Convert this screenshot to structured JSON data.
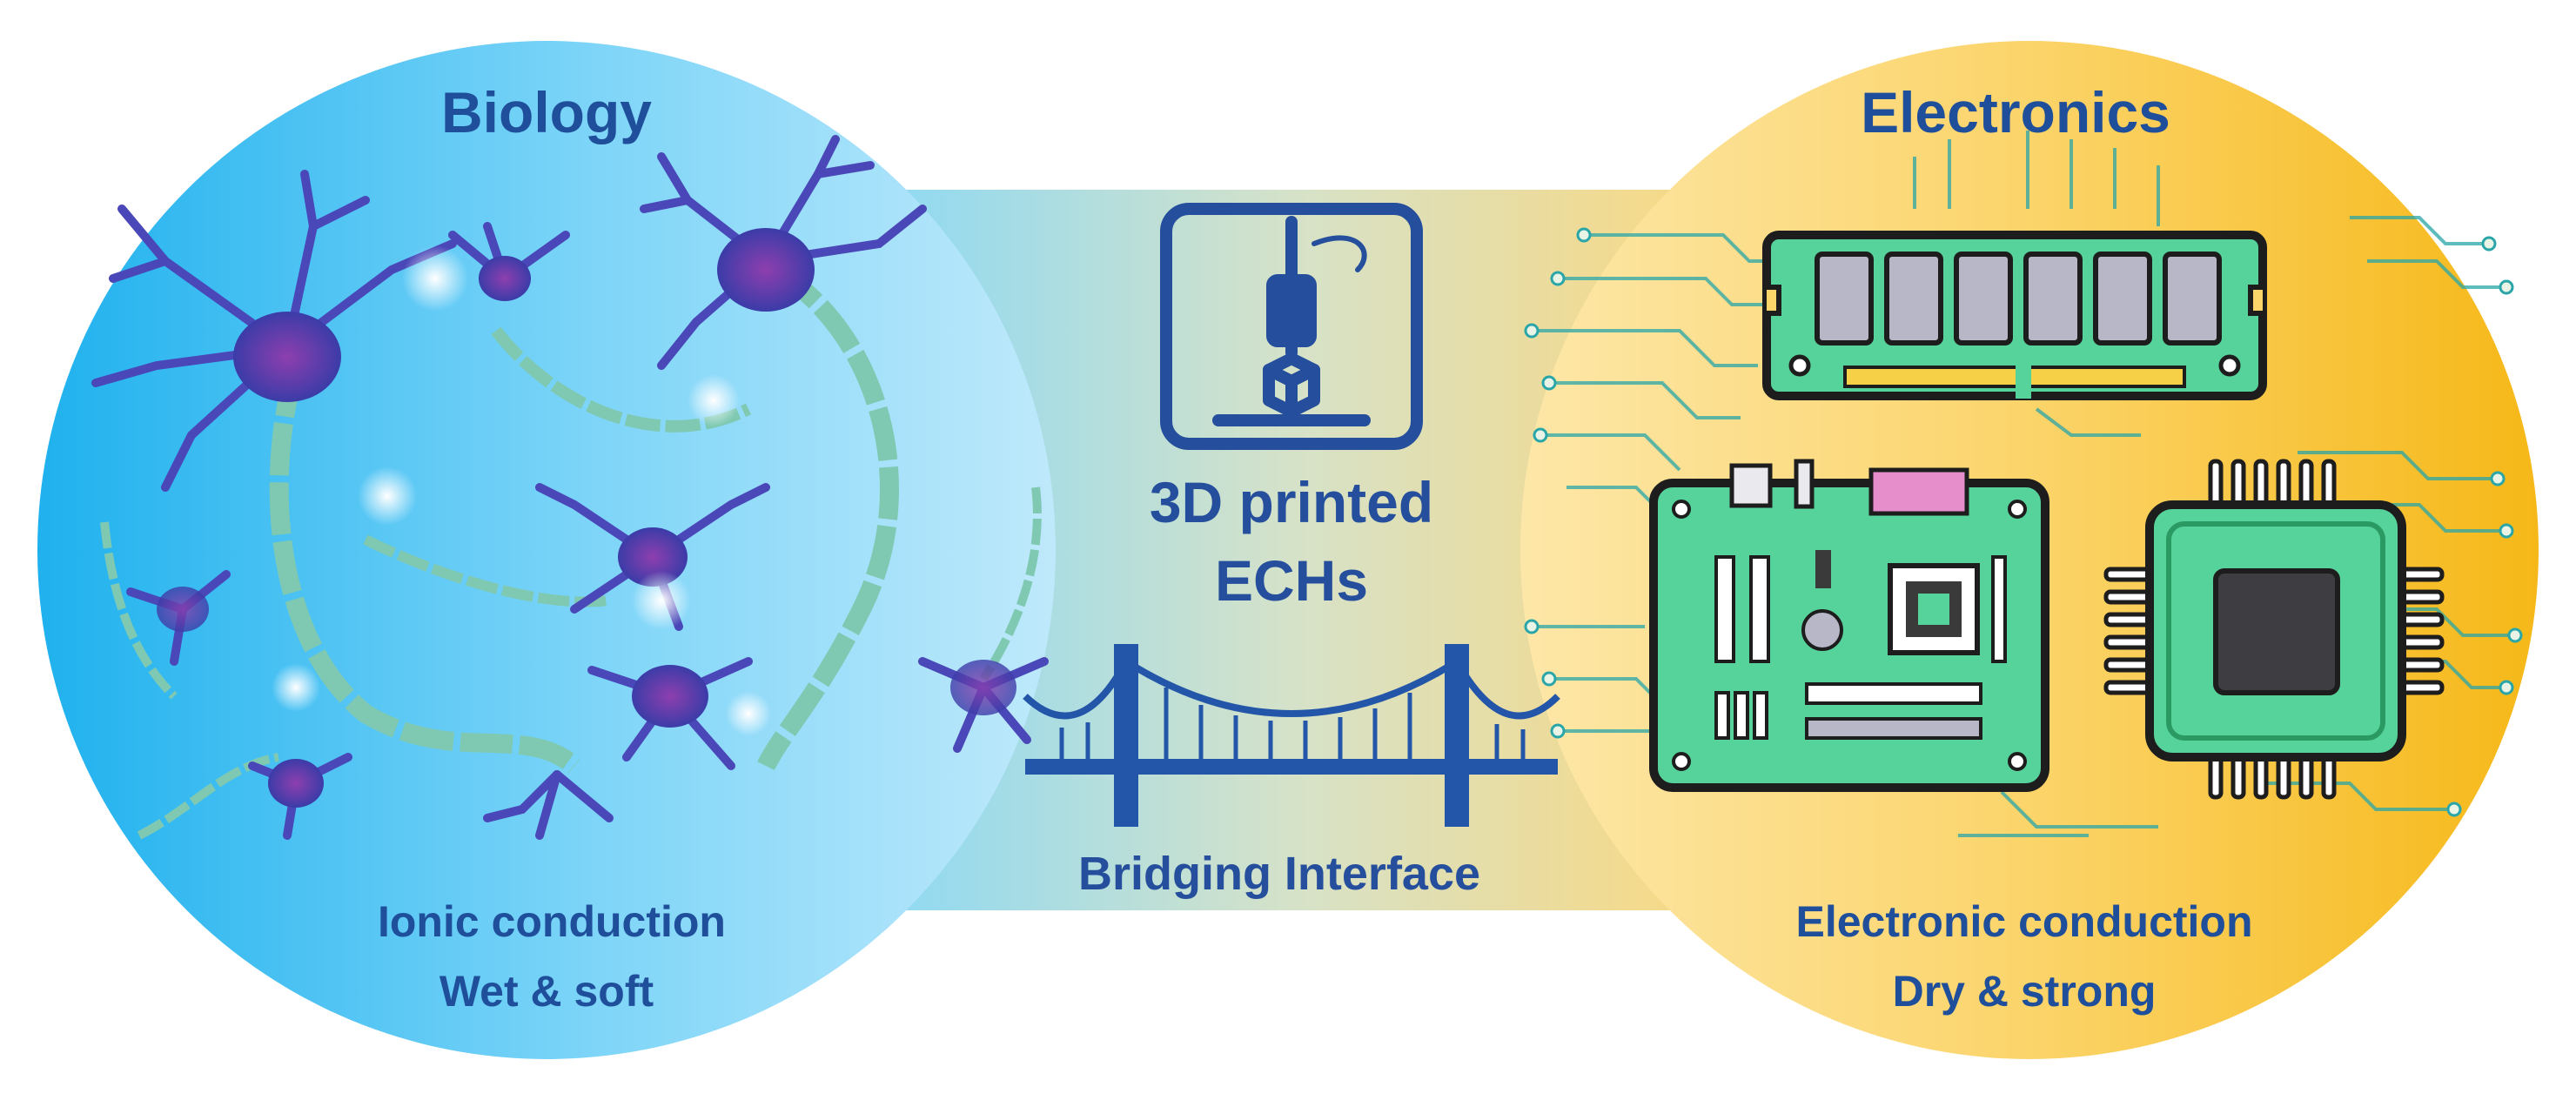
{
  "biology": {
    "title": "Biology",
    "properties": [
      "Ionic conduction",
      "Wet & soft"
    ]
  },
  "electronics": {
    "title": "Electronics",
    "properties": [
      "Electronic conduction",
      "Dry & strong"
    ]
  },
  "center": {
    "title_line1": "3D printed",
    "title_line2": "ECHs",
    "bridge_label": "Bridging Interface"
  },
  "icons": [
    "neuron-icon",
    "3d-printer-icon",
    "bridge-icon",
    "ram-module-icon",
    "motherboard-icon",
    "microchip-icon",
    "circuit-traces-icon"
  ],
  "colors": {
    "biology_blue": "#29b6f0",
    "biology_light": "#a8e4fb",
    "electronics_yellow": "#f7c13c",
    "electronics_light": "#fde3a0",
    "text_blue": "#1f4e9a",
    "board_green": "#52c98f"
  }
}
